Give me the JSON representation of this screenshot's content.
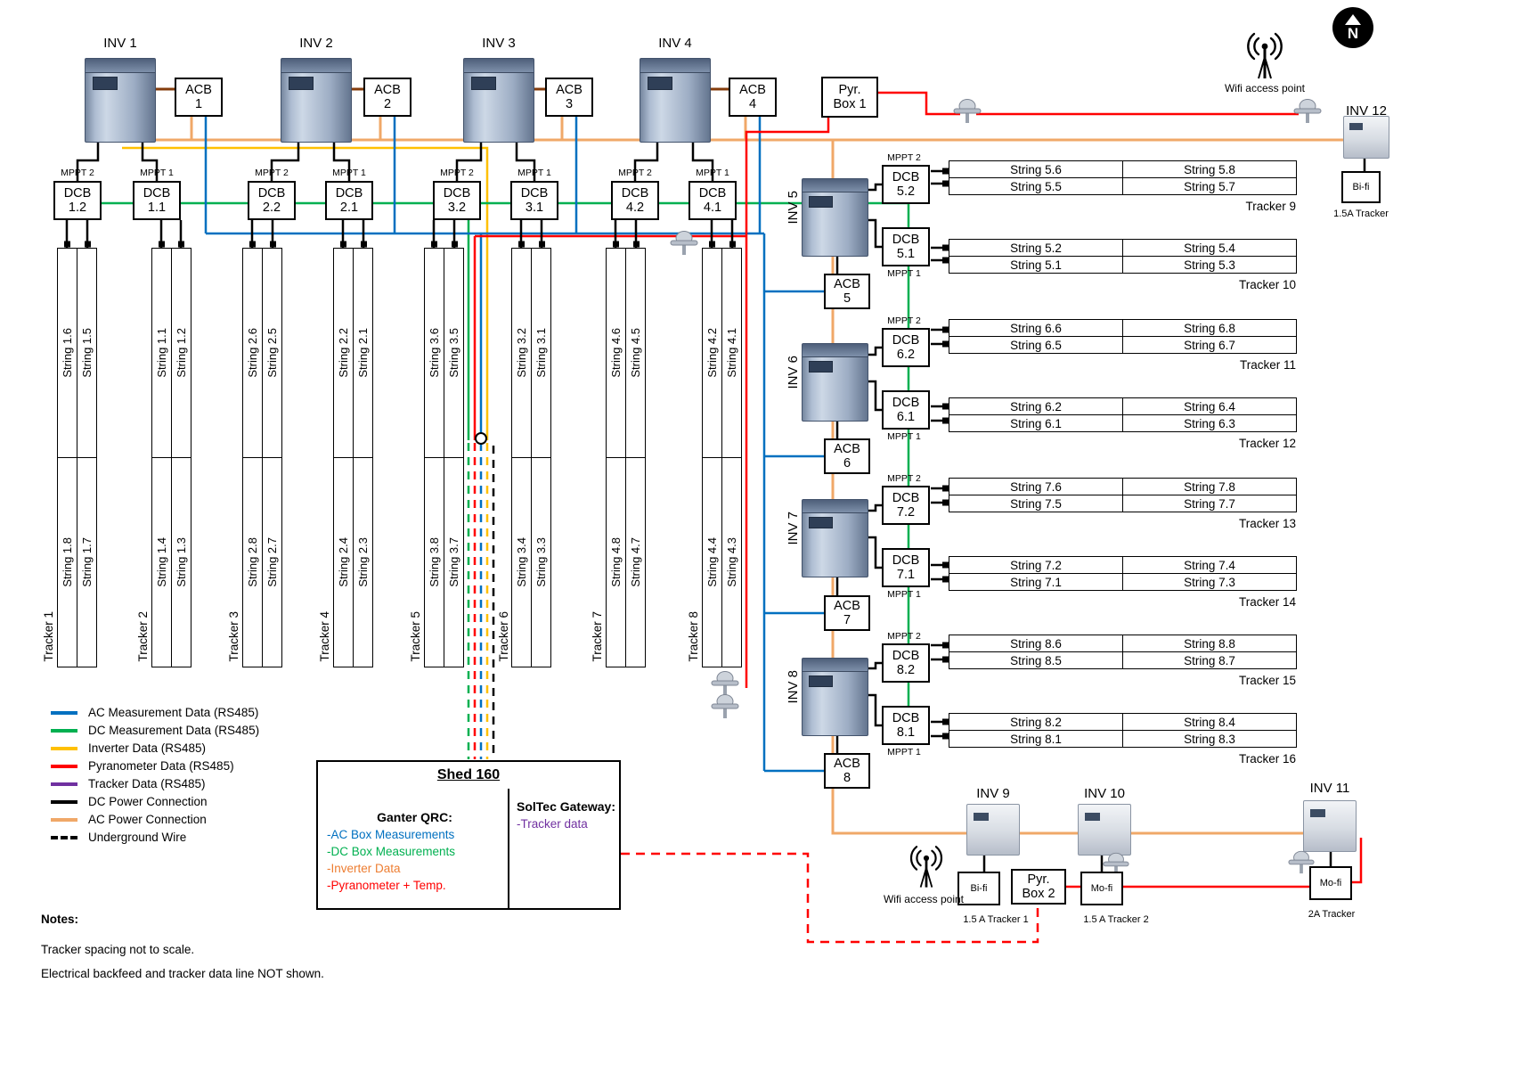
{
  "compass": {
    "letter": "N"
  },
  "wifi": {
    "top_label": "Wifi access point",
    "bottom_label": "Wifi access point"
  },
  "top_section": {
    "inverters": [
      "INV 1",
      "INV 2",
      "INV 3",
      "INV 4"
    ],
    "acbs": [
      "ACB 1",
      "ACB 2",
      "ACB 3",
      "ACB 4"
    ],
    "pyr_box1": "Pyr. Box 1",
    "mppt": [
      "MPPT 2",
      "MPPT 1",
      "MPPT 2",
      "MPPT 1",
      "MPPT 2",
      "MPPT 1",
      "MPPT 2",
      "MPPT 1"
    ],
    "dcbs": [
      "DCB 1.2",
      "DCB 1.1",
      "DCB 2.2",
      "DCB 2.1",
      "DCB 3.2",
      "DCB 3.1",
      "DCB 4.2",
      "DCB 4.1"
    ]
  },
  "left_trackers": [
    {
      "label": "Tracker 1",
      "top": [
        "String 1.6",
        "String 1.5"
      ],
      "bottom": [
        "String 1.8",
        "String 1.7"
      ]
    },
    {
      "label": "Tracker 2",
      "top": [
        "String 1.1",
        "String 1.2"
      ],
      "bottom": [
        "String 1.4",
        "String 1.3"
      ]
    },
    {
      "label": "Tracker 3",
      "top": [
        "String 2.6",
        "String 2.5"
      ],
      "bottom": [
        "String 2.8",
        "String 2.7"
      ]
    },
    {
      "label": "Tracker 4",
      "top": [
        "String 2.2",
        "String 2.1"
      ],
      "bottom": [
        "String 2.4",
        "String 2.3"
      ]
    },
    {
      "label": "Tracker 5",
      "top": [
        "String 3.6",
        "String 3.5"
      ],
      "bottom": [
        "String 3.8",
        "String 3.7"
      ]
    },
    {
      "label": "Tracker 6",
      "top": [
        "String 3.2",
        "String 3.1"
      ],
      "bottom": [
        "String 3.4",
        "String 3.3"
      ]
    },
    {
      "label": "Tracker 7",
      "top": [
        "String 4.6",
        "String 4.5"
      ],
      "bottom": [
        "String 4.8",
        "String 4.7"
      ]
    },
    {
      "label": "Tracker 8",
      "top": [
        "String 4.2",
        "String 4.1"
      ],
      "bottom": [
        "String 4.4",
        "String 4.3"
      ]
    }
  ],
  "right_section": {
    "inverters": [
      "INV 5",
      "INV 6",
      "INV 7",
      "INV 8"
    ],
    "dcbs": [
      "DCB 5.2",
      "DCB 5.1",
      "DCB 6.2",
      "DCB 6.1",
      "DCB 7.2",
      "DCB 7.1",
      "DCB 8.2",
      "DCB 8.1"
    ],
    "acbs": [
      "ACB 5",
      "ACB 6",
      "ACB 7",
      "ACB 8"
    ],
    "mppt2": "MPPT 2",
    "mppt1": "MPPT 1"
  },
  "right_trackers": [
    {
      "label": "Tracker 9",
      "rows": [
        [
          "String 5.6",
          "String 5.8"
        ],
        [
          "String 5.5",
          "String 5.7"
        ]
      ]
    },
    {
      "label": "Tracker 10",
      "rows": [
        [
          "String 5.2",
          "String 5.4"
        ],
        [
          "String 5.1",
          "String 5.3"
        ]
      ]
    },
    {
      "label": "Tracker 11",
      "rows": [
        [
          "String 6.6",
          "String 6.8"
        ],
        [
          "String 6.5",
          "String 6.7"
        ]
      ]
    },
    {
      "label": "Tracker 12",
      "rows": [
        [
          "String 6.2",
          "String 6.4"
        ],
        [
          "String 6.1",
          "String 6.3"
        ]
      ]
    },
    {
      "label": "Tracker 13",
      "rows": [
        [
          "String 7.6",
          "String 7.8"
        ],
        [
          "String 7.5",
          "String 7.7"
        ]
      ]
    },
    {
      "label": "Tracker 14",
      "rows": [
        [
          "String 7.2",
          "String 7.4"
        ],
        [
          "String 7.1",
          "String 7.3"
        ]
      ]
    },
    {
      "label": "Tracker 15",
      "rows": [
        [
          "String 8.6",
          "String 8.8"
        ],
        [
          "String 8.5",
          "String 8.7"
        ]
      ]
    },
    {
      "label": "Tracker 16",
      "rows": [
        [
          "String 8.2",
          "String 8.4"
        ],
        [
          "String 8.1",
          "String 8.3"
        ]
      ]
    }
  ],
  "bottom_section": {
    "inverters": [
      "INV 9",
      "INV 10",
      "INV 11"
    ],
    "bifi": "Bi-fi",
    "mofi": "Mo-fi",
    "pyr_box2": "Pyr. Box 2",
    "caption1": "1.5 A Tracker 1",
    "caption2": "1.5 A Tracker 2",
    "caption3": "2A Tracker"
  },
  "inv12_group": {
    "label": "INV 12",
    "bifi": "Bi-fi",
    "caption": "1.5A Tracker"
  },
  "legend": {
    "items": [
      {
        "label": "AC Measurement Data (RS485)",
        "color": "#0070C0",
        "style": "solid"
      },
      {
        "label": "DC Measurement Data (RS485)",
        "color": "#00B050",
        "style": "solid"
      },
      {
        "label": "Inverter Data (RS485)",
        "color": "#FFC000",
        "style": "solid"
      },
      {
        "label": "Pyranometer Data (RS485)",
        "color": "#FF0000",
        "style": "solid"
      },
      {
        "label": "Tracker Data (RS485)",
        "color": "#7030A0",
        "style": "solid"
      },
      {
        "label": "DC Power Connection",
        "color": "#000000",
        "style": "solid"
      },
      {
        "label": "AC Power Connection",
        "color": "#F0A868",
        "style": "solid"
      },
      {
        "label": "Underground Wire",
        "color": "#000000",
        "style": "dashed"
      }
    ]
  },
  "shed": {
    "title": "Shed 160",
    "left_header": "Ganter QRC:",
    "left_items": [
      {
        "text": "-AC Box Measurements",
        "color": "#0070C0"
      },
      {
        "text": "-DC Box Measurements",
        "color": "#00B050"
      },
      {
        "text": "-Inverter Data",
        "color": "#ED7D31"
      },
      {
        "text": "-Pyranometer + Temp.",
        "color": "#FF0000"
      }
    ],
    "right_header": "SolTec Gateway:",
    "right_items": [
      {
        "text": "-Tracker data",
        "color": "#7030A0"
      }
    ]
  },
  "notes": {
    "header": "Notes:",
    "lines": [
      "Tracker spacing not to scale.",
      "Electrical backfeed and tracker data line NOT shown."
    ]
  },
  "wire_colors": {
    "ac_measurement": "#0070C0",
    "dc_measurement": "#00B050",
    "inverter_data": "#FFC000",
    "pyranometer": "#FF0000",
    "tracker": "#7030A0",
    "dc_power": "#000000",
    "ac_power": "#F0A868",
    "conduit": "#843C0C"
  }
}
